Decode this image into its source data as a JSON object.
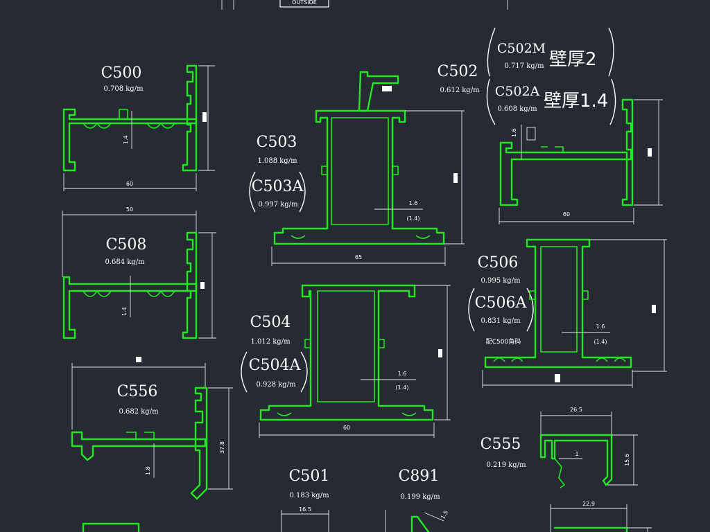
{
  "top_label": "OUTSIDE",
  "profiles": {
    "c500": {
      "code": "C500",
      "weight": "0.708 kg/m",
      "dim_width": "60",
      "dim_wall": "1.4"
    },
    "c508": {
      "code": "C508",
      "weight": "0.684 kg/m",
      "dim_width": "50",
      "dim_wall": "1.4"
    },
    "c556": {
      "code": "C556",
      "weight": "0.682 kg/m",
      "dim_wall": "1.8",
      "dim_height": "37.8"
    },
    "c503": {
      "code": "C503",
      "weight": "1.088 kg/m",
      "alt_code": "C503A",
      "alt_weight": "0.997 kg/m",
      "dim_width": "65",
      "dim_wall": "1.6",
      "dim_wall_alt": "(1.4)"
    },
    "c502": {
      "code": "C502",
      "weight": "0.612 kg/m",
      "m_code": "C502M",
      "m_weight": "0.717 kg/m",
      "m_note": "壁厚2",
      "a_code": "C502A",
      "a_weight": "0.608 kg/m",
      "a_note": "壁厚1.4",
      "dim_width": "60",
      "dim_wall": "1.6"
    },
    "c504": {
      "code": "C504",
      "weight": "1.012 kg/m",
      "alt_code": "C504A",
      "alt_weight": "0.928 kg/m",
      "dim_width": "60",
      "dim_wall": "1.6",
      "dim_wall_alt": "(1.4)"
    },
    "c506": {
      "code": "C506",
      "weight": "0.995 kg/m",
      "alt_code": "C506A",
      "alt_weight": "0.831 kg/m",
      "note": "配C500角码",
      "dim_wall": "1.6",
      "dim_wall_alt": "(1.4)"
    },
    "c555": {
      "code": "C555",
      "weight": "0.219 kg/m",
      "dim_width": "26.5",
      "dim_height": "15.6",
      "dim_wall": "1"
    },
    "c501": {
      "code": "C501",
      "weight": "0.183 kg/m",
      "dim_width": "16.5"
    },
    "c891": {
      "code": "C891",
      "weight": "0.199 kg/m",
      "dim_slant": "1.5"
    },
    "bottom_right": {
      "dim_width": "22.9"
    }
  },
  "colors": {
    "background": "#252a33",
    "profile": "#22e822",
    "annotation": "#ffffff"
  }
}
